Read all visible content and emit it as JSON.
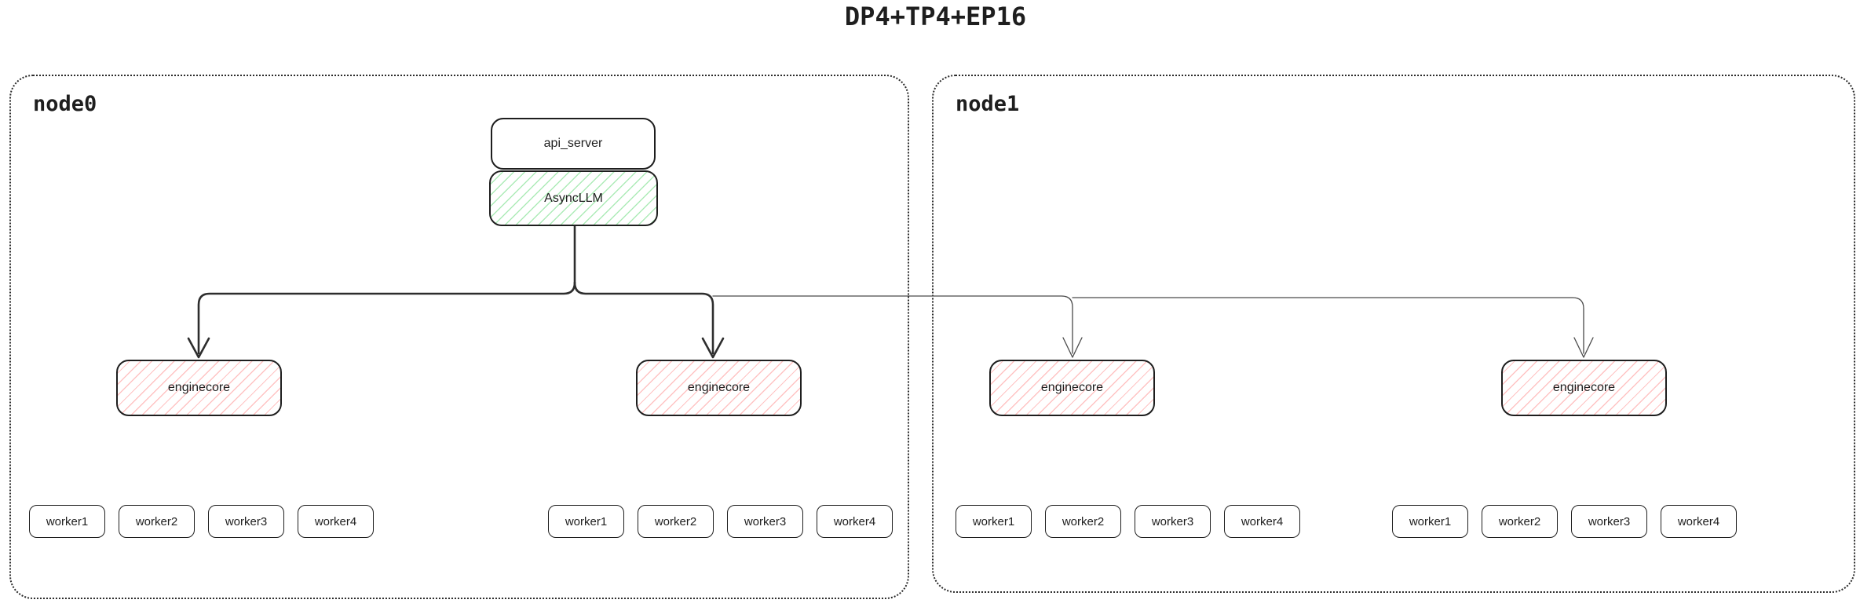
{
  "title": "DP4+TP4+EP16",
  "colors": {
    "border": "#1e1e1e",
    "green_hatch": "#69db7c",
    "red_hatch": "#ff8787",
    "arrow": "#2d2d2d",
    "background": "#ffffff"
  },
  "api_server": {
    "label": "api_server"
  },
  "async_llm": {
    "label": "AsyncLLM"
  },
  "nodes": [
    {
      "label": "node0",
      "enginecores": [
        {
          "label": "enginecore",
          "workers": [
            "worker1",
            "worker2",
            "worker3",
            "worker4"
          ]
        },
        {
          "label": "enginecore",
          "workers": [
            "worker1",
            "worker2",
            "worker3",
            "worker4"
          ]
        }
      ]
    },
    {
      "label": "node1",
      "enginecores": [
        {
          "label": "enginecore",
          "workers": [
            "worker1",
            "worker2",
            "worker3",
            "worker4"
          ]
        },
        {
          "label": "enginecore",
          "workers": [
            "worker1",
            "worker2",
            "worker3",
            "worker4"
          ]
        }
      ]
    }
  ]
}
